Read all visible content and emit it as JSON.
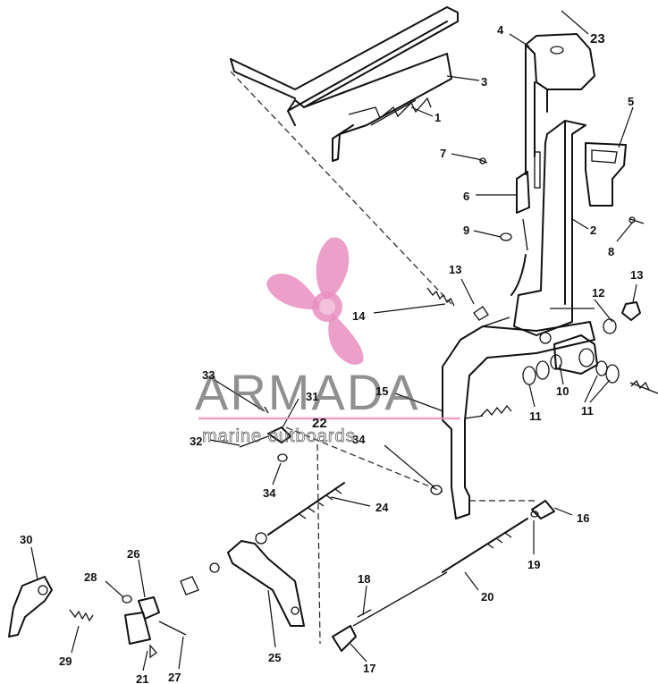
{
  "watermark": {
    "name": "ARMADA",
    "tagline": "marine outboards",
    "color": "#e98fbf"
  },
  "callouts": [
    "1",
    "2",
    "3",
    "4",
    "5",
    "6",
    "7",
    "8",
    "9",
    "10",
    "11",
    "11",
    "12",
    "13",
    "13",
    "14",
    "15",
    "16",
    "17",
    "18",
    "19",
    "20",
    "21",
    "22",
    "23",
    "24",
    "25",
    "26",
    "27",
    "28",
    "29",
    "30",
    "31",
    "32",
    "33",
    "34",
    "34"
  ]
}
